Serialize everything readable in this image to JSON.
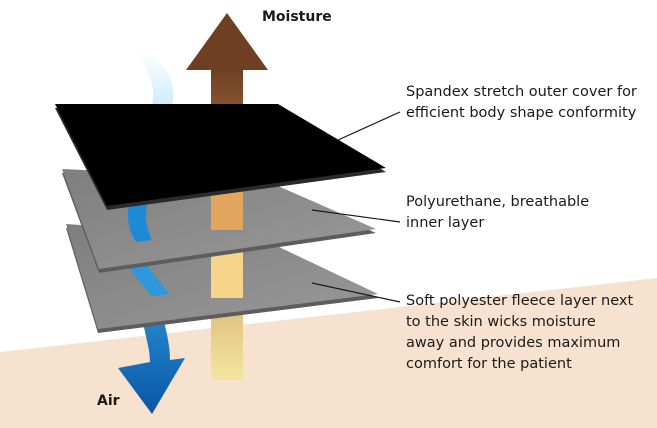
{
  "labels": {
    "moisture": "Moisture",
    "air": "Air",
    "outer_cover": [
      "Spandex stretch outer cover for",
      "efficient body shape conformity"
    ],
    "inner_layer": [
      "Polyurethane, breathable",
      "inner layer"
    ],
    "fleece_layer": [
      "Soft polyester fleece layer next",
      "to the skin wicks moisture",
      "away and provides maximum",
      "comfort for the patient"
    ]
  },
  "colors": {
    "skin": "#f6e2ce",
    "outer_cover": "#000000",
    "inner_layers": "#8a8a8a",
    "moisture_arrow_top": "#6e3f22",
    "moisture_arrow_bottom": "#f0e49a",
    "air_arrow_top": "#dff2fb",
    "air_arrow_bottom": "#0d5fa9"
  }
}
